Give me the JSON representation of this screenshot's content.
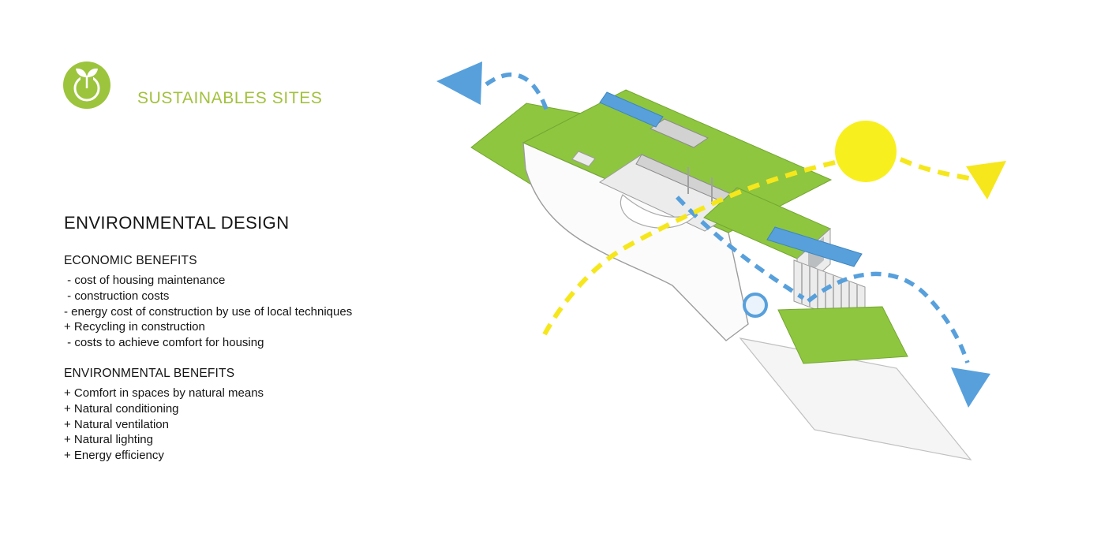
{
  "header": {
    "title": "SUSTAINABLES SITES",
    "logo": "sprout-in-circle-icon"
  },
  "content": {
    "heading": "ENVIRONMENTAL DESIGN",
    "sections": [
      {
        "title": "ECONOMIC BENEFITS",
        "items": [
          " - cost of housing maintenance",
          " - construction costs",
          "- energy cost of construction by use of local techniques",
          "+ Recycling in construction",
          " - costs to achieve comfort for housing"
        ]
      },
      {
        "title": "ENVIRONMENTAL BENEFITS",
        "items": [
          "+ Comfort in spaces by natural means",
          "+ Natural conditioning",
          "+ Natural ventilation",
          "+ Natural lighting",
          "+ Energy efficiency"
        ]
      }
    ]
  },
  "colors": {
    "accent_green": "#a2c13d",
    "vegetation_green": "#8ec63f",
    "water_blue": "#57a0dc",
    "sun_yellow": "#f8ef1e",
    "building_white": "#fbfbfb",
    "outline_gray": "#9c9c9c"
  },
  "diagram": {
    "icons": [
      "sun-icon",
      "sun-path-arrowhead-icon",
      "wind-in-arrowhead-icon",
      "wind-out-arrowhead-icon"
    ],
    "features": [
      "green-roof",
      "rooftop-pool",
      "courtyard",
      "terrace-lawn",
      "driveway"
    ]
  }
}
